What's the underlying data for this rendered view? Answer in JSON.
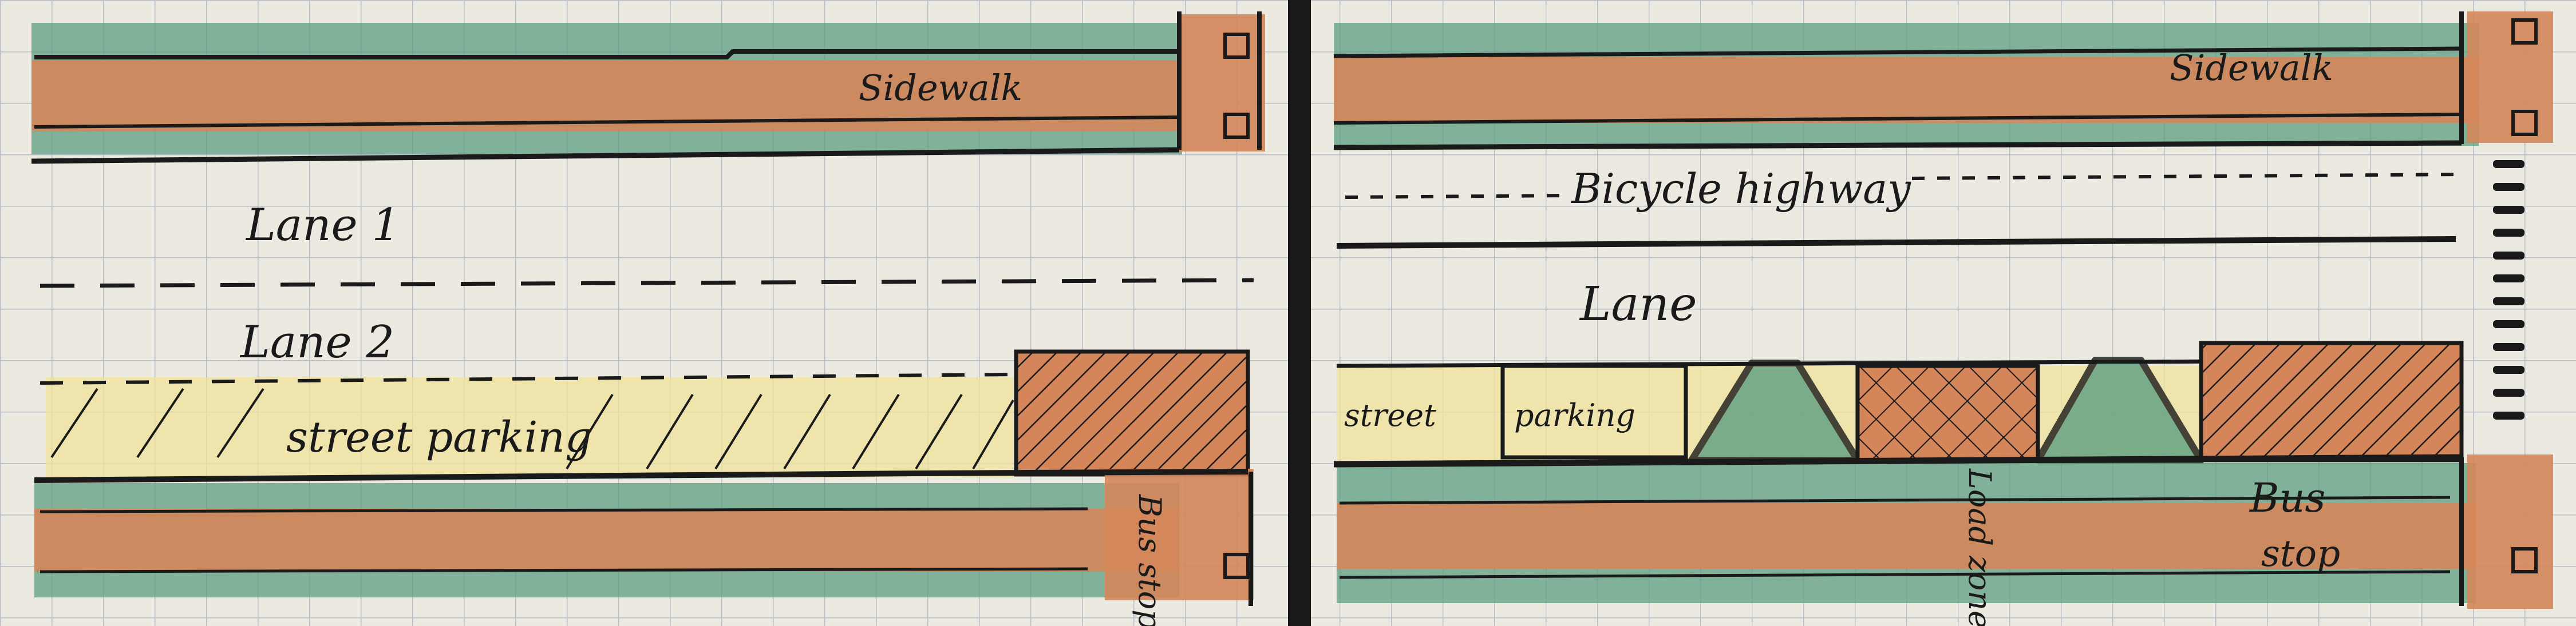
{
  "before": {
    "sidewalk_top": "Sidewalk",
    "lane_1": "Lane 1",
    "lane_2": "Lane 2",
    "street_parking": "street parking",
    "bus_stop": "Bus stop"
  },
  "after": {
    "sidewalk_top": "Sidewalk",
    "bicycle_highway": "Bicycle highway",
    "lane": "Lane",
    "parking_street": "street",
    "parking_parking": "parking",
    "load_zone": "Load zone",
    "bus_stop_line1": "Bus",
    "bus_stop_line2": "stop"
  },
  "colors": {
    "paper": "#ece9e1",
    "grid": "#b9bdc4",
    "green": "#5f9e82",
    "orange": "#d4865a",
    "yellow": "#f0e39a",
    "ink": "#1a1a1a"
  }
}
